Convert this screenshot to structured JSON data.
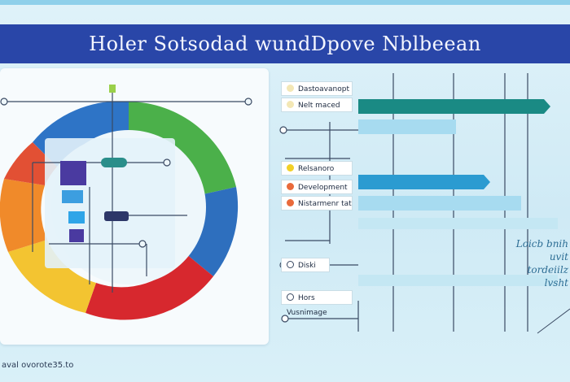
{
  "header": {
    "title": "Holer Sotsodad wundDpove Nblbeean"
  },
  "footer": {
    "caption": "aval ovorote35.to"
  },
  "gantt": {
    "rows": [
      {
        "label": "Dastoavanopt",
        "dot_color": "#f3e7b5"
      },
      {
        "label": "Nelt maced",
        "dot_color": "#f3e7b5"
      },
      {
        "label": "Relsanoro",
        "dot_color": "#f2d027"
      },
      {
        "label": "Development",
        "dot_color": "#e96a3b"
      },
      {
        "label": "Nistarmenr tat",
        "dot_color": "#e96a3b"
      },
      {
        "label": "Diski",
        "dot_color": "#ffffff"
      },
      {
        "label": "Hors Vusnimage",
        "dot_color": "#ffffff"
      }
    ]
  },
  "side_text": {
    "line1": "Loicb bnih",
    "line2": "uvit",
    "line3": "tordeiilz",
    "line4": "lvsht"
  },
  "colors": {
    "banner": "#2946a8",
    "teal_bar": "#1a8a84",
    "blue_bar": "#2b9bd1",
    "light_bar": "#a7dbf0"
  }
}
